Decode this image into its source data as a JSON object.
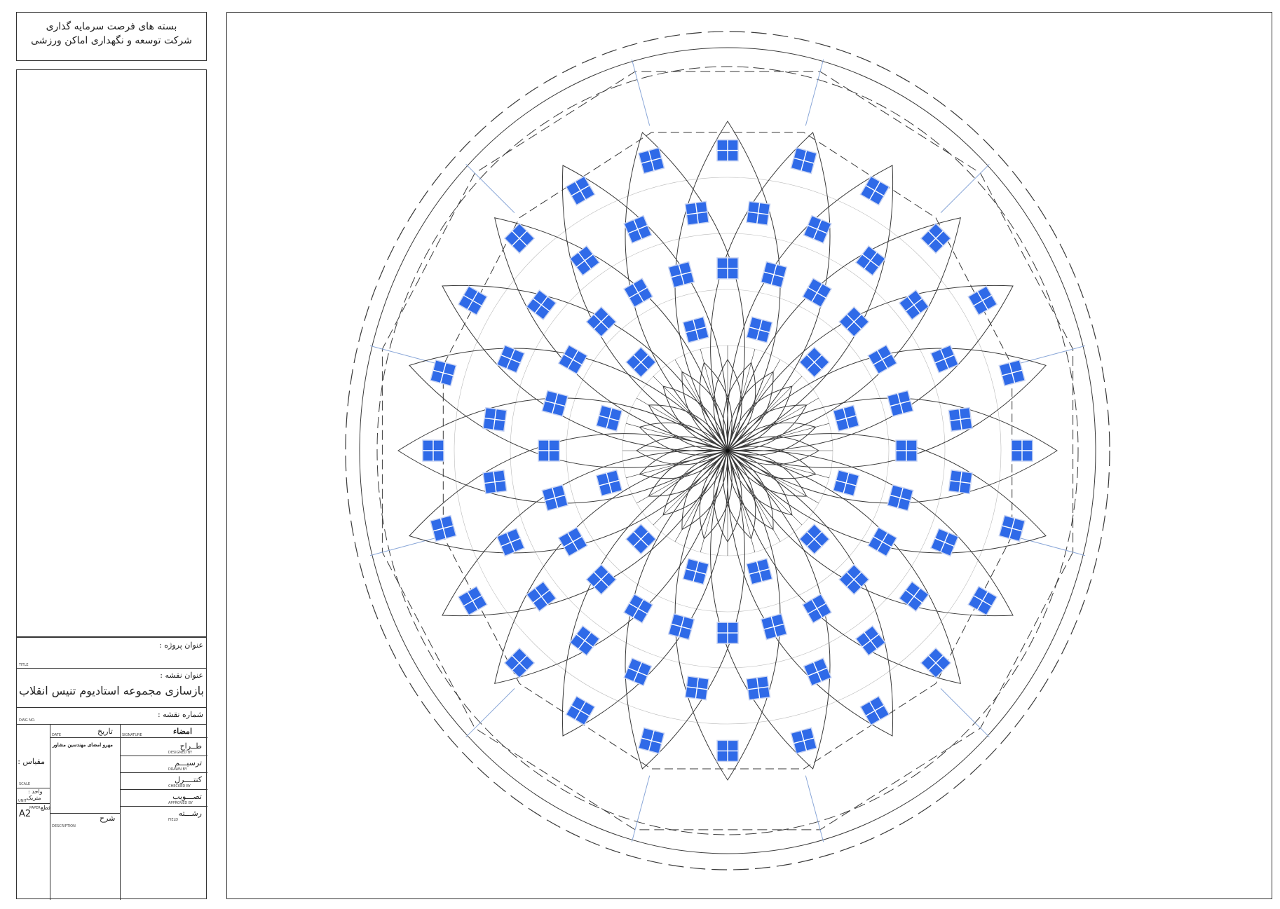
{
  "header": {
    "line1": "بسته های فرصت سرمایه گذاری",
    "line2": "شرکت توسعه و نگهداری اماکن ورزشی"
  },
  "title_block": {
    "project_title_label": "عنوان پروژه :",
    "project_title_small": "TITLE",
    "drawing_title_label": "عنوان نقشه :",
    "drawing_title": "بازسازی مجموعه استادیوم تنیس انقلاب",
    "drawing_number_label": "شماره نقشه :",
    "drawing_number_small": "DWG NO.",
    "signature_label": "امضاء",
    "signature_small": "SIGNATURE",
    "date_label": "تاریخ",
    "date_small": "DATE",
    "consultant_stamp": "مهرو امضای مهندسین مشاور",
    "designed_label": "طــراح",
    "designed_small": "DESIGNED BY",
    "drawn_label": "ترسیـــم",
    "drawn_small": "DRAWN BY",
    "checked_label": "کنتــــرل",
    "checked_small": "CHECKED BY",
    "approved_label": "تصـــویب",
    "approved_small": "APPROVED BY",
    "field_label": "رشـــته",
    "field_small": "FIELD",
    "scale_label": "مقیاس :",
    "scale_small": "SCALE",
    "unit_label": "واحد :",
    "unit_value": "متریک",
    "unit_small": "UNIT",
    "paper_label": "قطع",
    "paper_small": "PAPER",
    "paper_size": "A2",
    "description_label": "شرح",
    "description_small": "DESCRIPTION"
  },
  "colors": {
    "window_fill": "#2f6ae8",
    "window_stroke": "#c9d4f2",
    "line": "#3a3a3a",
    "guide_line": "#8aa7d8"
  }
}
